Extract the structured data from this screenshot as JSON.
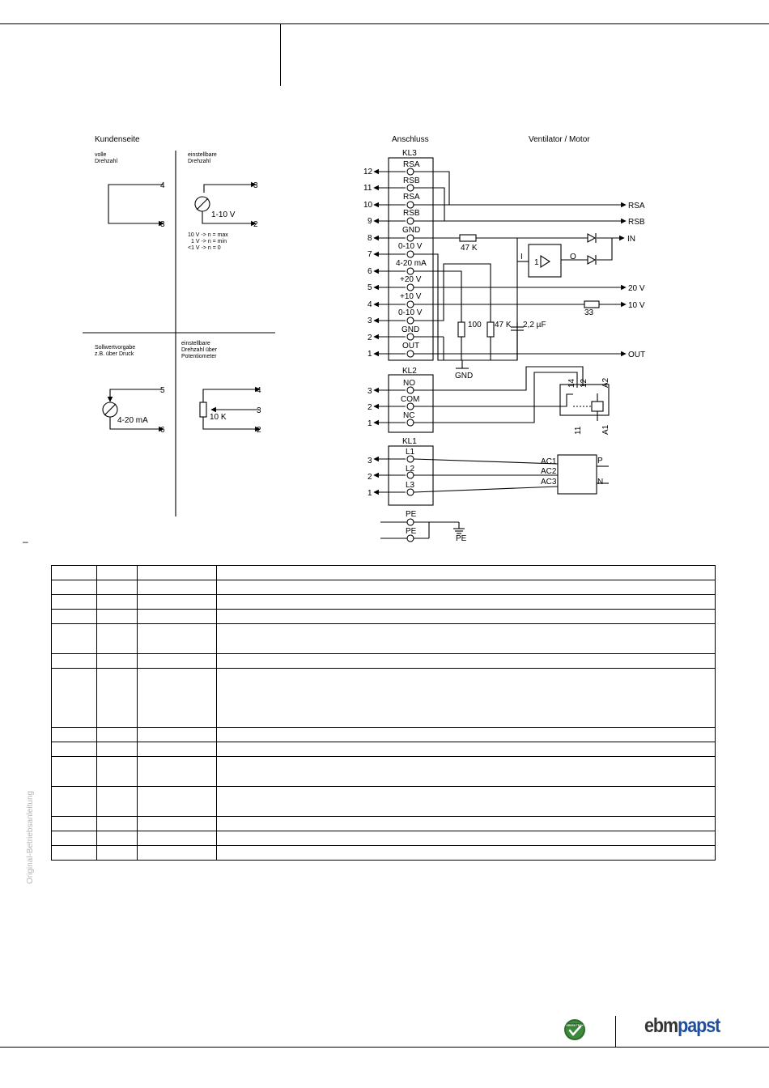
{
  "diagram": {
    "headings": {
      "customer_side": "Kundenseite",
      "connection": "Anschluss",
      "fan_motor": "Ventilator / Motor"
    },
    "customer": {
      "full_speed": {
        "label_1": "volle",
        "label_2": "Drehzahl",
        "pins": [
          "4",
          "3"
        ]
      },
      "adjustable_speed": {
        "label_1": "einstellbare",
        "label_2": "Drehzahl",
        "pins": [
          "3",
          "2"
        ],
        "voltage": "1-10 V",
        "notes": [
          "10 V -> n = max",
          "1 V -> n = min",
          "<1 V -> n = 0"
        ]
      },
      "setpoint": {
        "label_1": "Sollwertvorgabe",
        "label_2": "z.B. über Druck",
        "pins": [
          "5",
          "6"
        ],
        "current": "4-20 mA"
      },
      "potentiometer": {
        "label_1": "einstellbare",
        "label_2": "Drehzahl über",
        "label_3": "Potentiometer",
        "pins": [
          "4",
          "3",
          "2"
        ],
        "value": "10 K"
      }
    },
    "kl3": {
      "title": "KL3",
      "terminals": [
        {
          "num": "12",
          "label": "RSA"
        },
        {
          "num": "11",
          "label": "RSB"
        },
        {
          "num": "10",
          "label": "RSA"
        },
        {
          "num": "9",
          "label": "RSB"
        },
        {
          "num": "8",
          "label": "GND"
        },
        {
          "num": "7",
          "label": "0-10 V"
        },
        {
          "num": "6",
          "label": "4-20 mA"
        },
        {
          "num": "5",
          "label": "+20 V"
        },
        {
          "num": "4",
          "label": "+10 V"
        },
        {
          "num": "3",
          "label": "0-10 V"
        },
        {
          "num": "2",
          "label": "GND"
        },
        {
          "num": "1",
          "label": "OUT"
        }
      ]
    },
    "kl2": {
      "title": "KL2",
      "terminals": [
        {
          "num": "3",
          "label": "NO"
        },
        {
          "num": "2",
          "label": "COM"
        },
        {
          "num": "1",
          "label": "NC"
        }
      ]
    },
    "kl1": {
      "title": "KL1",
      "terminals": [
        {
          "num": "3",
          "label": "L1"
        },
        {
          "num": "2",
          "label": "L2"
        },
        {
          "num": "1",
          "label": "L3"
        }
      ]
    },
    "pe": [
      "PE",
      "PE"
    ],
    "pe_ground": "PE",
    "motor": {
      "rsa": "RSA",
      "rsb": "RSB",
      "in": "IN",
      "v20": "20 V",
      "v10": "10 V",
      "out": "OUT",
      "r_47k_top": "47 K",
      "r_100": "100",
      "r_47k": "47 K",
      "c_2_2": "2,2 µF",
      "r_33": "33",
      "gnd": "GND",
      "amp_in": "I",
      "amp_gain": "1",
      "amp_out": "O",
      "relay": {
        "c14": "14",
        "c12": "12",
        "c11": "11",
        "a1": "A1",
        "a2": "A2"
      },
      "ac": [
        "AC1",
        "AC2",
        "AC3"
      ],
      "p": "P",
      "n": "N"
    },
    "dash": "–"
  },
  "table": {
    "col_widths": [
      56,
      50,
      98,
      616
    ],
    "row_heights": [
      18,
      18,
      18,
      18,
      37,
      18,
      73,
      18,
      18,
      37,
      37,
      18,
      18,
      18
    ]
  },
  "side_note": "Original-Betriebsanleitung",
  "logo": {
    "green": "GREEN TECH",
    "brand_a": "ebm",
    "brand_b": "papst"
  }
}
